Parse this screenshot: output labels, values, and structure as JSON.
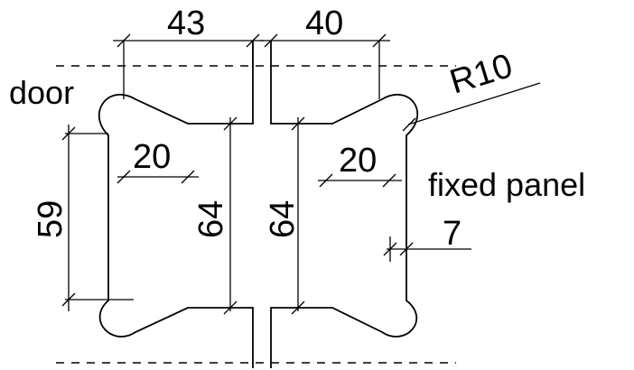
{
  "labels": {
    "door": "door",
    "fixed_panel": "fixed panel"
  },
  "dimensions": {
    "top_left_width": "43",
    "top_right_width": "40",
    "radius": "R10",
    "left_inner_width": "20",
    "right_inner_width": "20",
    "left_overall_height": "59",
    "left_profile_height": "64",
    "right_profile_height": "64",
    "right_gap": "7"
  }
}
